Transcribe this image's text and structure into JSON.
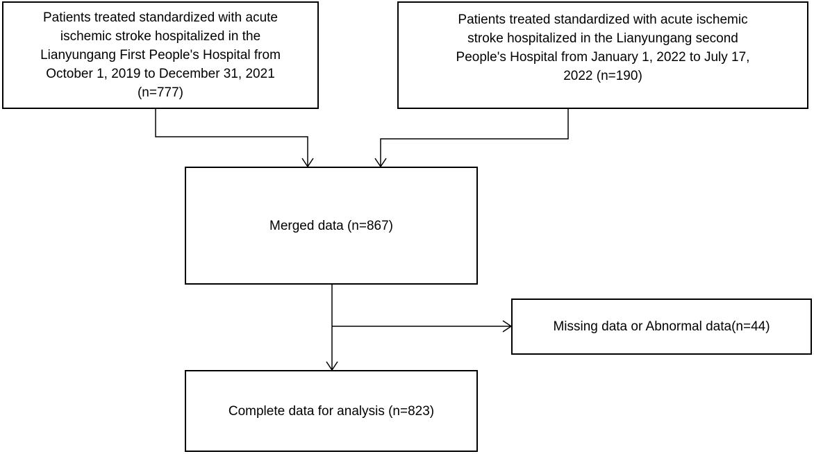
{
  "flowchart": {
    "nodes": {
      "first_hospital": "Patients treated standardized with acute\nischemic stroke hospitalized in the\nLianyungang First People's Hospital from\nOctober 1, 2019 to December 31, 2021\n(n=777)",
      "second_hospital": "Patients treated standardized with acute ischemic\nstroke hospitalized in the Lianyungang second\nPeople's Hospital from January 1, 2022 to July 17,\n2022 (n=190)",
      "merged": "Merged data (n=867)",
      "excluded": "Missing data or Abnormal data(n=44)",
      "complete": "Complete data for analysis (n=823)"
    },
    "edges": [
      {
        "from": "first_hospital",
        "to": "merged"
      },
      {
        "from": "second_hospital",
        "to": "merged"
      },
      {
        "from": "merged",
        "to": "complete"
      },
      {
        "from": "merged",
        "to": "excluded"
      }
    ],
    "colors": {
      "line": "#000000",
      "box_border": "#000000",
      "background": "#ffffff"
    }
  }
}
